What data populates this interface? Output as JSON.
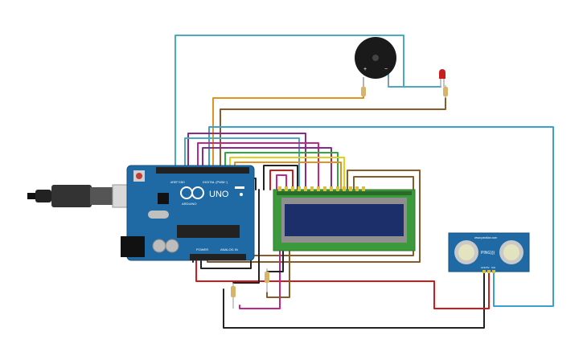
{
  "board": {
    "brand": "UNO",
    "logo_text": "ARDUINO",
    "digital_label": "DIGITAL (PWM~)",
    "power_label": "POWER",
    "analog_label": "ANALOG IN",
    "aref_label": "AREF",
    "gnd_label": "GND"
  },
  "sensor": {
    "model": "PING)))",
    "site": "www.parallax.com",
    "pin_labels": [
      "GND",
      "5V",
      "SIG"
    ]
  },
  "buzzer": {
    "plus": "+",
    "minus": "−"
  },
  "colors": {
    "board": "#1f6aa5",
    "wire_cyan": "#4aa9c7",
    "wire_orange": "#e6911c",
    "wire_brown": "#8b5a2b",
    "wire_red": "#d11a1a",
    "wire_black": "#222222",
    "wire_purple": "#8b2a8b",
    "wire_magenta": "#c2258f",
    "wire_green": "#2eaa3f",
    "wire_yellow": "#e2d11a",
    "wire_lightblue": "#3aa0d0",
    "lcd_screen": "#1c2f6b",
    "lcd_board": "#3c9a3c",
    "led": "#c81e1e"
  }
}
